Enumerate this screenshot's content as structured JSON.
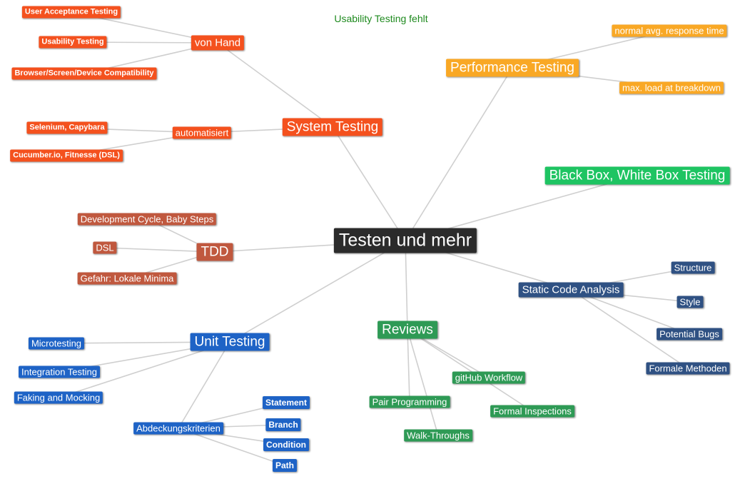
{
  "note": "Usability Testing fehlt",
  "colors": {
    "root": "#2b2b2b",
    "system": "#f4511e",
    "performance": "#f9a825",
    "blackbox": "#1ec462",
    "tdd": "#c0583e",
    "static": "#2f5183",
    "unit": "#1e63c6",
    "reviews": "#2e9a55"
  },
  "nodes": {
    "root": "Testen und mehr",
    "system_testing": "System Testing",
    "von_hand": "von Hand",
    "user_acceptance": "User Acceptance Testing",
    "usability": "Usability Testing",
    "browser_compat": "Browser/Screen/Device Compatibility",
    "automatisiert": "automatisiert",
    "selenium": "Selenium, Capybara",
    "cucumber": "Cucumber.io, Fitnesse (DSL)",
    "performance": "Performance Testing",
    "normal_response": "normal avg. response time",
    "max_load": "max. load at breakdown",
    "black_box": "Black Box, White Box Testing",
    "tdd": "TDD",
    "dev_cycle": "Development Cycle, Baby Steps",
    "dsl": "DSL",
    "gefahr": "Gefahr: Lokale Minima",
    "static_analysis": "Static Code Analysis",
    "structure": "Structure",
    "style": "Style",
    "potential_bugs": "Potential Bugs",
    "formale": "Formale Methoden",
    "unit_testing": "Unit Testing",
    "microtesting": "Microtesting",
    "integration": "Integration Testing",
    "faking": "Faking and Mocking",
    "abdeckung": "Abdeckungskriterien",
    "statement": "Statement",
    "branch": "Branch",
    "condition": "Condition",
    "path": "Path",
    "reviews": "Reviews",
    "pair_programming": "Pair Programming",
    "walk_throughs": "Walk-Throughs",
    "github_workflow": "gitHub Workflow",
    "formal_inspections": "Formal Inspections"
  },
  "links": [
    [
      "root",
      "system_testing"
    ],
    [
      "root",
      "performance"
    ],
    [
      "root",
      "black_box"
    ],
    [
      "root",
      "tdd"
    ],
    [
      "root",
      "static_analysis"
    ],
    [
      "root",
      "unit_testing"
    ],
    [
      "root",
      "reviews"
    ],
    [
      "system_testing",
      "von_hand"
    ],
    [
      "system_testing",
      "automatisiert"
    ],
    [
      "von_hand",
      "user_acceptance"
    ],
    [
      "von_hand",
      "usability"
    ],
    [
      "von_hand",
      "browser_compat"
    ],
    [
      "automatisiert",
      "selenium"
    ],
    [
      "automatisiert",
      "cucumber"
    ],
    [
      "performance",
      "normal_response"
    ],
    [
      "performance",
      "max_load"
    ],
    [
      "tdd",
      "dev_cycle"
    ],
    [
      "tdd",
      "dsl"
    ],
    [
      "tdd",
      "gefahr"
    ],
    [
      "static_analysis",
      "structure"
    ],
    [
      "static_analysis",
      "style"
    ],
    [
      "static_analysis",
      "potential_bugs"
    ],
    [
      "static_analysis",
      "formale"
    ],
    [
      "unit_testing",
      "microtesting"
    ],
    [
      "unit_testing",
      "integration"
    ],
    [
      "unit_testing",
      "faking"
    ],
    [
      "unit_testing",
      "abdeckung"
    ],
    [
      "abdeckung",
      "statement"
    ],
    [
      "abdeckung",
      "branch"
    ],
    [
      "abdeckung",
      "condition"
    ],
    [
      "abdeckung",
      "path"
    ],
    [
      "reviews",
      "pair_programming"
    ],
    [
      "reviews",
      "walk_throughs"
    ],
    [
      "reviews",
      "github_workflow"
    ],
    [
      "reviews",
      "formal_inspections"
    ]
  ]
}
